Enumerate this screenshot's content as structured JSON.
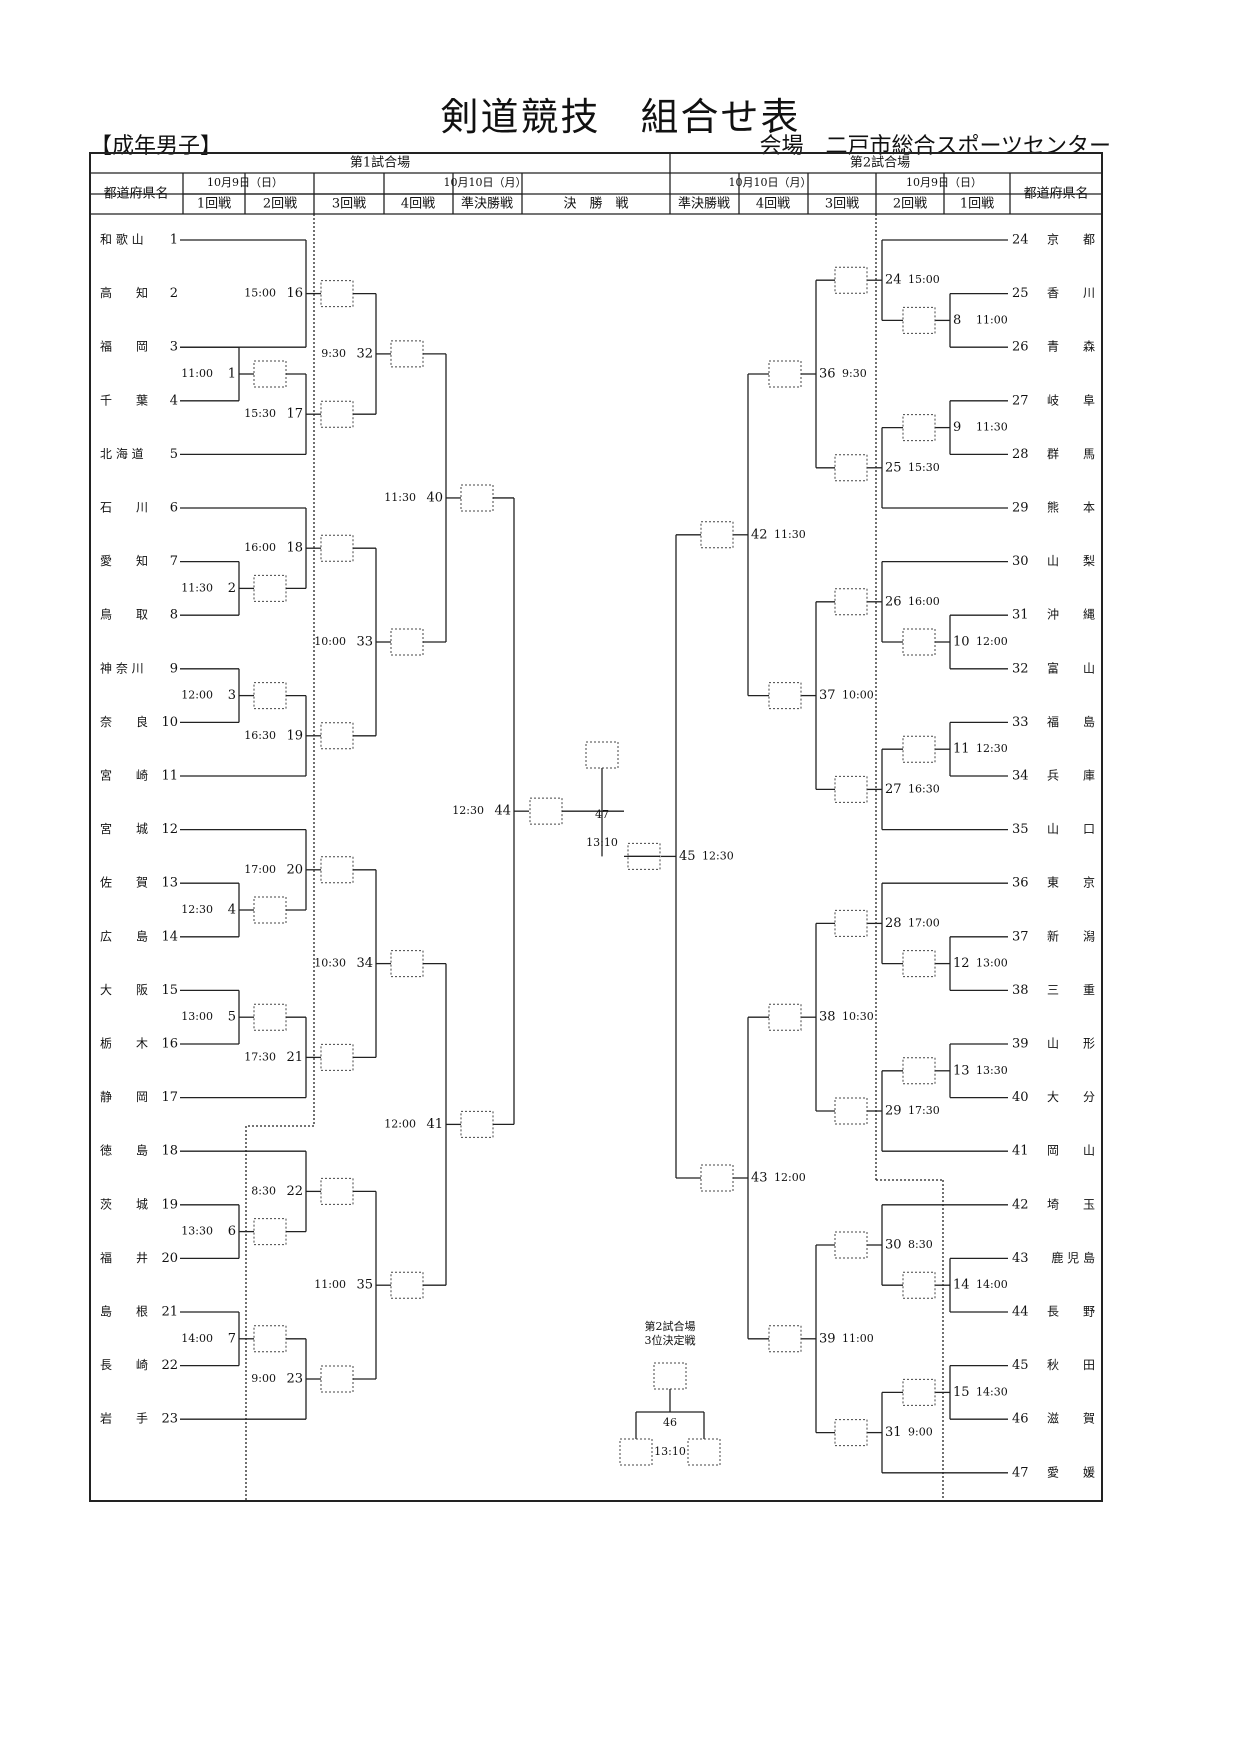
{
  "title": "剣道競技　組合せ表",
  "category": "【成年男子】",
  "venue": "会場　二戸市総合スポーツセンター",
  "header": {
    "court1": "第1試合場",
    "court2": "第2試合場",
    "pref_label": "都道府県名",
    "date_oct9": "10月9日（日）",
    "date_oct10": "10月10日（月）",
    "round1": "1回戦",
    "round2": "2回戦",
    "round3": "3回戦",
    "round4": "4回戦",
    "semifinal": "準決勝戦",
    "final": "決　勝　戦"
  },
  "left_teams": [
    {
      "name": "和歌山",
      "seed": "1"
    },
    {
      "name": "高知",
      "seed": "2"
    },
    {
      "name": "福岡",
      "seed": "3"
    },
    {
      "name": "千葉",
      "seed": "4"
    },
    {
      "name": "北海道",
      "seed": "5"
    },
    {
      "name": "石川",
      "seed": "6"
    },
    {
      "name": "愛知",
      "seed": "7"
    },
    {
      "name": "鳥取",
      "seed": "8"
    },
    {
      "name": "神奈川",
      "seed": "9"
    },
    {
      "name": "奈良",
      "seed": "10"
    },
    {
      "name": "宮崎",
      "seed": "11"
    },
    {
      "name": "宮城",
      "seed": "12"
    },
    {
      "name": "佐賀",
      "seed": "13"
    },
    {
      "name": "広島",
      "seed": "14"
    },
    {
      "name": "大阪",
      "seed": "15"
    },
    {
      "name": "栃木",
      "seed": "16"
    },
    {
      "name": "静岡",
      "seed": "17"
    },
    {
      "name": "徳島",
      "seed": "18"
    },
    {
      "name": "茨城",
      "seed": "19"
    },
    {
      "name": "福井",
      "seed": "20"
    },
    {
      "name": "島根",
      "seed": "21"
    },
    {
      "name": "長崎",
      "seed": "22"
    },
    {
      "name": "岩手",
      "seed": "23"
    }
  ],
  "right_teams": [
    {
      "name": "京都",
      "seed": "24"
    },
    {
      "name": "香川",
      "seed": "25"
    },
    {
      "name": "青森",
      "seed": "26"
    },
    {
      "name": "岐阜",
      "seed": "27"
    },
    {
      "name": "群馬",
      "seed": "28"
    },
    {
      "name": "熊本",
      "seed": "29"
    },
    {
      "name": "山梨",
      "seed": "30"
    },
    {
      "name": "沖縄",
      "seed": "31"
    },
    {
      "name": "富山",
      "seed": "32"
    },
    {
      "name": "福島",
      "seed": "33"
    },
    {
      "name": "兵庫",
      "seed": "34"
    },
    {
      "name": "山口",
      "seed": "35"
    },
    {
      "name": "東京",
      "seed": "36"
    },
    {
      "name": "新潟",
      "seed": "37"
    },
    {
      "name": "三重",
      "seed": "38"
    },
    {
      "name": "山形",
      "seed": "39"
    },
    {
      "name": "大分",
      "seed": "40"
    },
    {
      "name": "岡山",
      "seed": "41"
    },
    {
      "name": "埼玉",
      "seed": "42"
    },
    {
      "name": "鹿児島",
      "seed": "43"
    },
    {
      "name": "長野",
      "seed": "44"
    },
    {
      "name": "秋田",
      "seed": "45"
    },
    {
      "name": "滋賀",
      "seed": "46"
    },
    {
      "name": "愛媛",
      "seed": "47"
    }
  ],
  "matches": {
    "m1": {
      "no": "1",
      "time": "11:00"
    },
    "m2": {
      "no": "2",
      "time": "11:30"
    },
    "m3": {
      "no": "3",
      "time": "12:00"
    },
    "m4": {
      "no": "4",
      "time": "12:30"
    },
    "m5": {
      "no": "5",
      "time": "13:00"
    },
    "m6": {
      "no": "6",
      "time": "13:30"
    },
    "m7": {
      "no": "7",
      "time": "14:00"
    },
    "m8": {
      "no": "8",
      "time": "11:00"
    },
    "m9": {
      "no": "9",
      "time": "11:30"
    },
    "m10": {
      "no": "10",
      "time": "12:00"
    },
    "m11": {
      "no": "11",
      "time": "12:30"
    },
    "m12": {
      "no": "12",
      "time": "13:00"
    },
    "m13": {
      "no": "13",
      "time": "13:30"
    },
    "m14": {
      "no": "14",
      "time": "14:00"
    },
    "m15": {
      "no": "15",
      "time": "14:30"
    },
    "m16": {
      "no": "16",
      "time": "15:00"
    },
    "m17": {
      "no": "17",
      "time": "15:30"
    },
    "m18": {
      "no": "18",
      "time": "16:00"
    },
    "m19": {
      "no": "19",
      "time": "16:30"
    },
    "m20": {
      "no": "20",
      "time": "17:00"
    },
    "m21": {
      "no": "21",
      "time": "17:30"
    },
    "m22": {
      "no": "22",
      "time": "8:30"
    },
    "m23": {
      "no": "23",
      "time": "9:00"
    },
    "m24": {
      "no": "24",
      "time": "15:00"
    },
    "m25": {
      "no": "25",
      "time": "15:30"
    },
    "m26": {
      "no": "26",
      "time": "16:00"
    },
    "m27": {
      "no": "27",
      "time": "16:30"
    },
    "m28": {
      "no": "28",
      "time": "17:00"
    },
    "m29": {
      "no": "29",
      "time": "17:30"
    },
    "m30": {
      "no": "30",
      "time": "8:30"
    },
    "m31": {
      "no": "31",
      "time": "9:00"
    },
    "m32": {
      "no": "32",
      "time": "9:30"
    },
    "m33": {
      "no": "33",
      "time": "10:00"
    },
    "m34": {
      "no": "34",
      "time": "10:30"
    },
    "m35": {
      "no": "35",
      "time": "11:00"
    },
    "m36": {
      "no": "36",
      "time": "9:30"
    },
    "m37": {
      "no": "37",
      "time": "10:00"
    },
    "m38": {
      "no": "38",
      "time": "10:30"
    },
    "m39": {
      "no": "39",
      "time": "11:00"
    },
    "m40": {
      "no": "40",
      "time": "11:30"
    },
    "m41": {
      "no": "41",
      "time": "12:00"
    },
    "m42": {
      "no": "42",
      "time": "11:30"
    },
    "m43": {
      "no": "43",
      "time": "12:00"
    },
    "m44": {
      "no": "44",
      "time": "12:30"
    },
    "m45": {
      "no": "45",
      "time": "12:30"
    },
    "m46": {
      "no": "46",
      "time": "13:10"
    },
    "m47": {
      "no": "47",
      "time": "13:10"
    }
  },
  "third_place": {
    "court": "第2試合場",
    "label": "3位決定戦"
  }
}
